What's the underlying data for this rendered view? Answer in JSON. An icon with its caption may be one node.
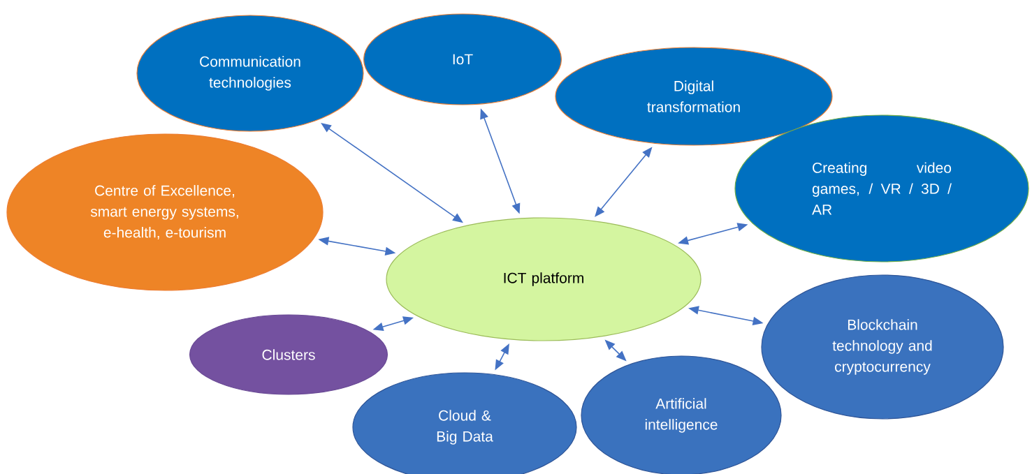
{
  "diagram": {
    "nodes": [
      {
        "text": [
          "Communication technologies"
        ]
      },
      {
        "text": [
          "IoT"
        ]
      },
      {
        "text": [
          "Digital transformation"
        ]
      },
      {
        "text": [
          "Creating video games, / VR / 3D / AR"
        ]
      },
      {
        "text": [
          "Centre of Excellence, smart energy systems, e-health, e-tourism"
        ]
      },
      {
        "text": [
          "ICT platform"
        ]
      },
      {
        "text": [
          "Blockchain technology and cryptocurrency"
        ]
      },
      {
        "text": [
          "Clusters"
        ]
      },
      {
        "text": [
          "Artificial intelligence"
        ]
      },
      {
        "text": [
          "Cloud & Big Data"
        ]
      }
    ],
    "edges": [
      {
        "from": 5,
        "to": 0,
        "arrow": "both"
      },
      {
        "from": 5,
        "to": 1,
        "arrow": "both"
      },
      {
        "from": 5,
        "to": 2,
        "arrow": "both"
      },
      {
        "from": 5,
        "to": 3,
        "arrow": "both"
      },
      {
        "from": 5,
        "to": 4,
        "arrow": "both"
      },
      {
        "from": 5,
        "to": 6,
        "arrow": "both"
      },
      {
        "from": 5,
        "to": 7,
        "arrow": "both"
      },
      {
        "from": 5,
        "to": 8,
        "arrow": "both"
      },
      {
        "from": 5,
        "to": 9,
        "arrow": "both"
      }
    ]
  }
}
